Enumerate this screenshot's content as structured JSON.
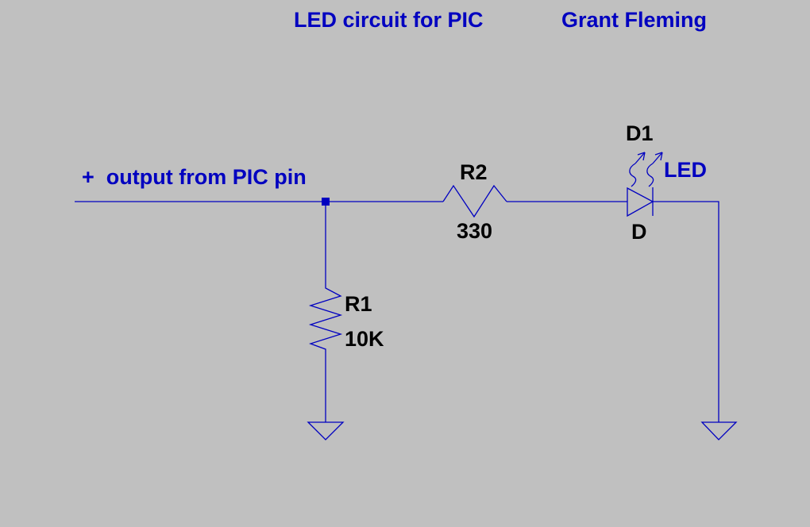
{
  "title": "LED circuit for PIC",
  "author": "Grant Fleming",
  "net_label": "+  output from PIC pin",
  "components": {
    "r1": {
      "name": "R1",
      "value": "10K"
    },
    "r2": {
      "name": "R2",
      "value": "330"
    },
    "d1": {
      "name": "D1",
      "value": "D",
      "type_label": "LED"
    }
  },
  "colors": {
    "background": "#c0c0c0",
    "wire": "#0000c0",
    "junction": "#0000c0",
    "label_text": "#0000c0",
    "component_text": "#000000"
  },
  "icons": [
    "resistor-symbol",
    "led-symbol",
    "ground-symbol",
    "junction-dot"
  ]
}
